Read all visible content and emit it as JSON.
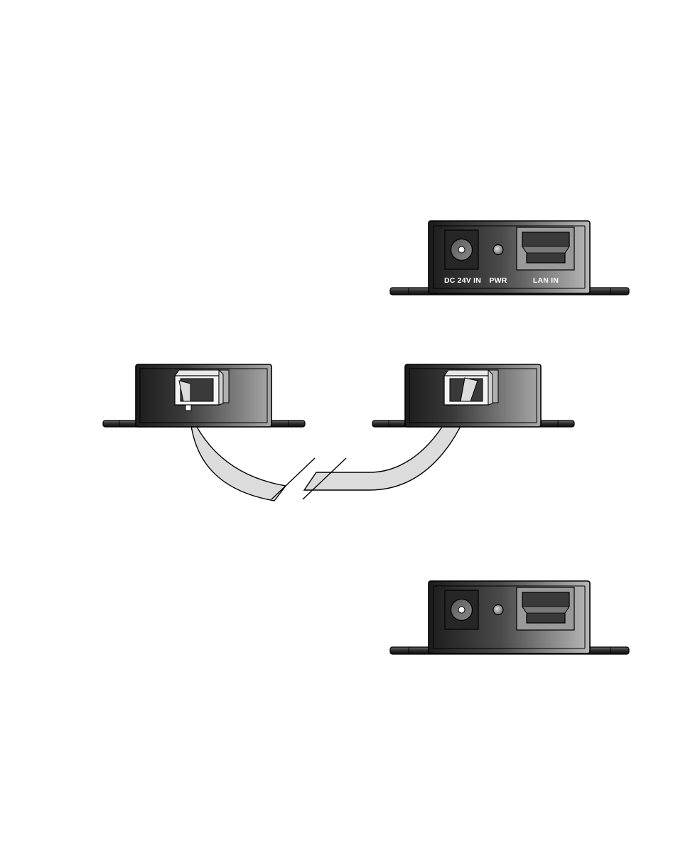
{
  "labels": {
    "dc_in": "DC 24V IN",
    "pwr": "PWR",
    "lan_in": "LAN IN"
  },
  "colors": {
    "body_dark": "#1e1e1e",
    "body_light": "#b4b4b4",
    "outline": "#000000",
    "cable_fill": "#dcdcdc",
    "plug_fill": "#f2f2f2",
    "label_text": "#ffffff"
  }
}
